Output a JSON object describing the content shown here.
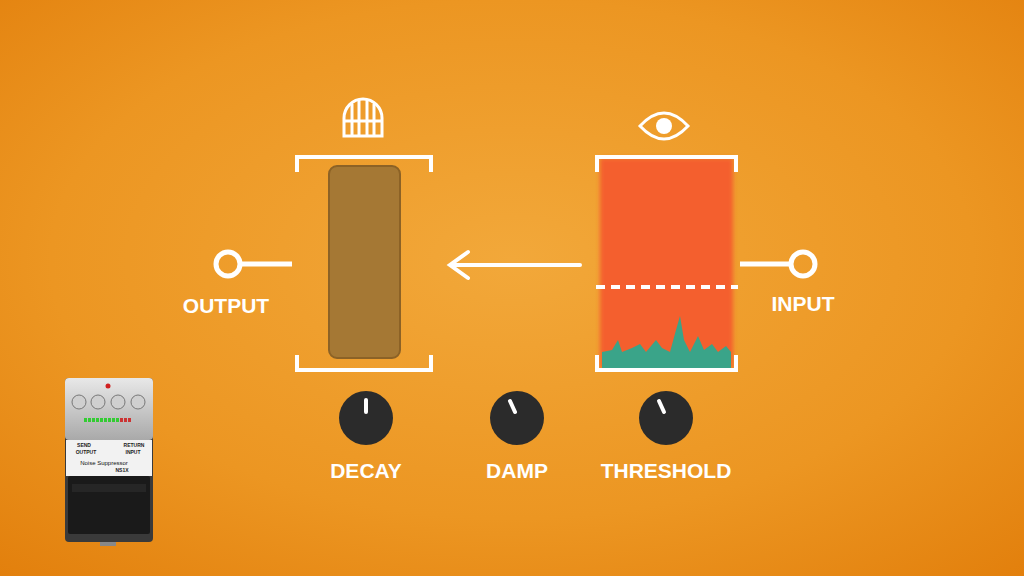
{
  "diagram": {
    "labels": [
      "OUTPUT",
      "INPUT",
      "DECAY",
      "DAMP",
      "THRESHOLD",
      "SEND",
      "RETURN",
      "OUTPUT",
      "INPUT",
      "Noise Suppressor",
      "NS1X"
    ]
  }
}
